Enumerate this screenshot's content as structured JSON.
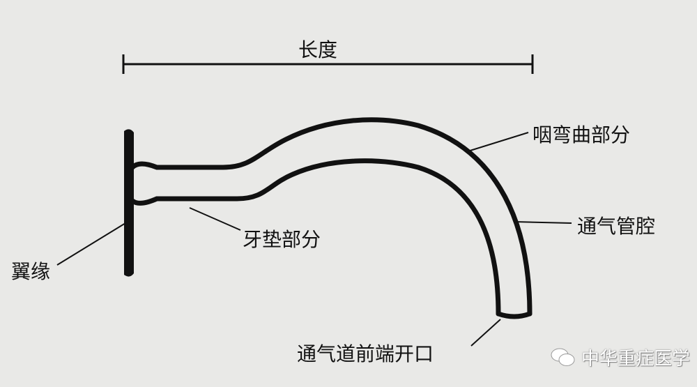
{
  "labels": {
    "length": "长度",
    "pharyngeal_curve": "咽弯曲部分",
    "airway_lumen": "通气管腔",
    "bite_block": "牙垫部分",
    "flange": "翼缘",
    "distal_opening": "通气道前端开口"
  },
  "watermark": {
    "icon": "wechat-icon",
    "text": "中华重症医学"
  }
}
